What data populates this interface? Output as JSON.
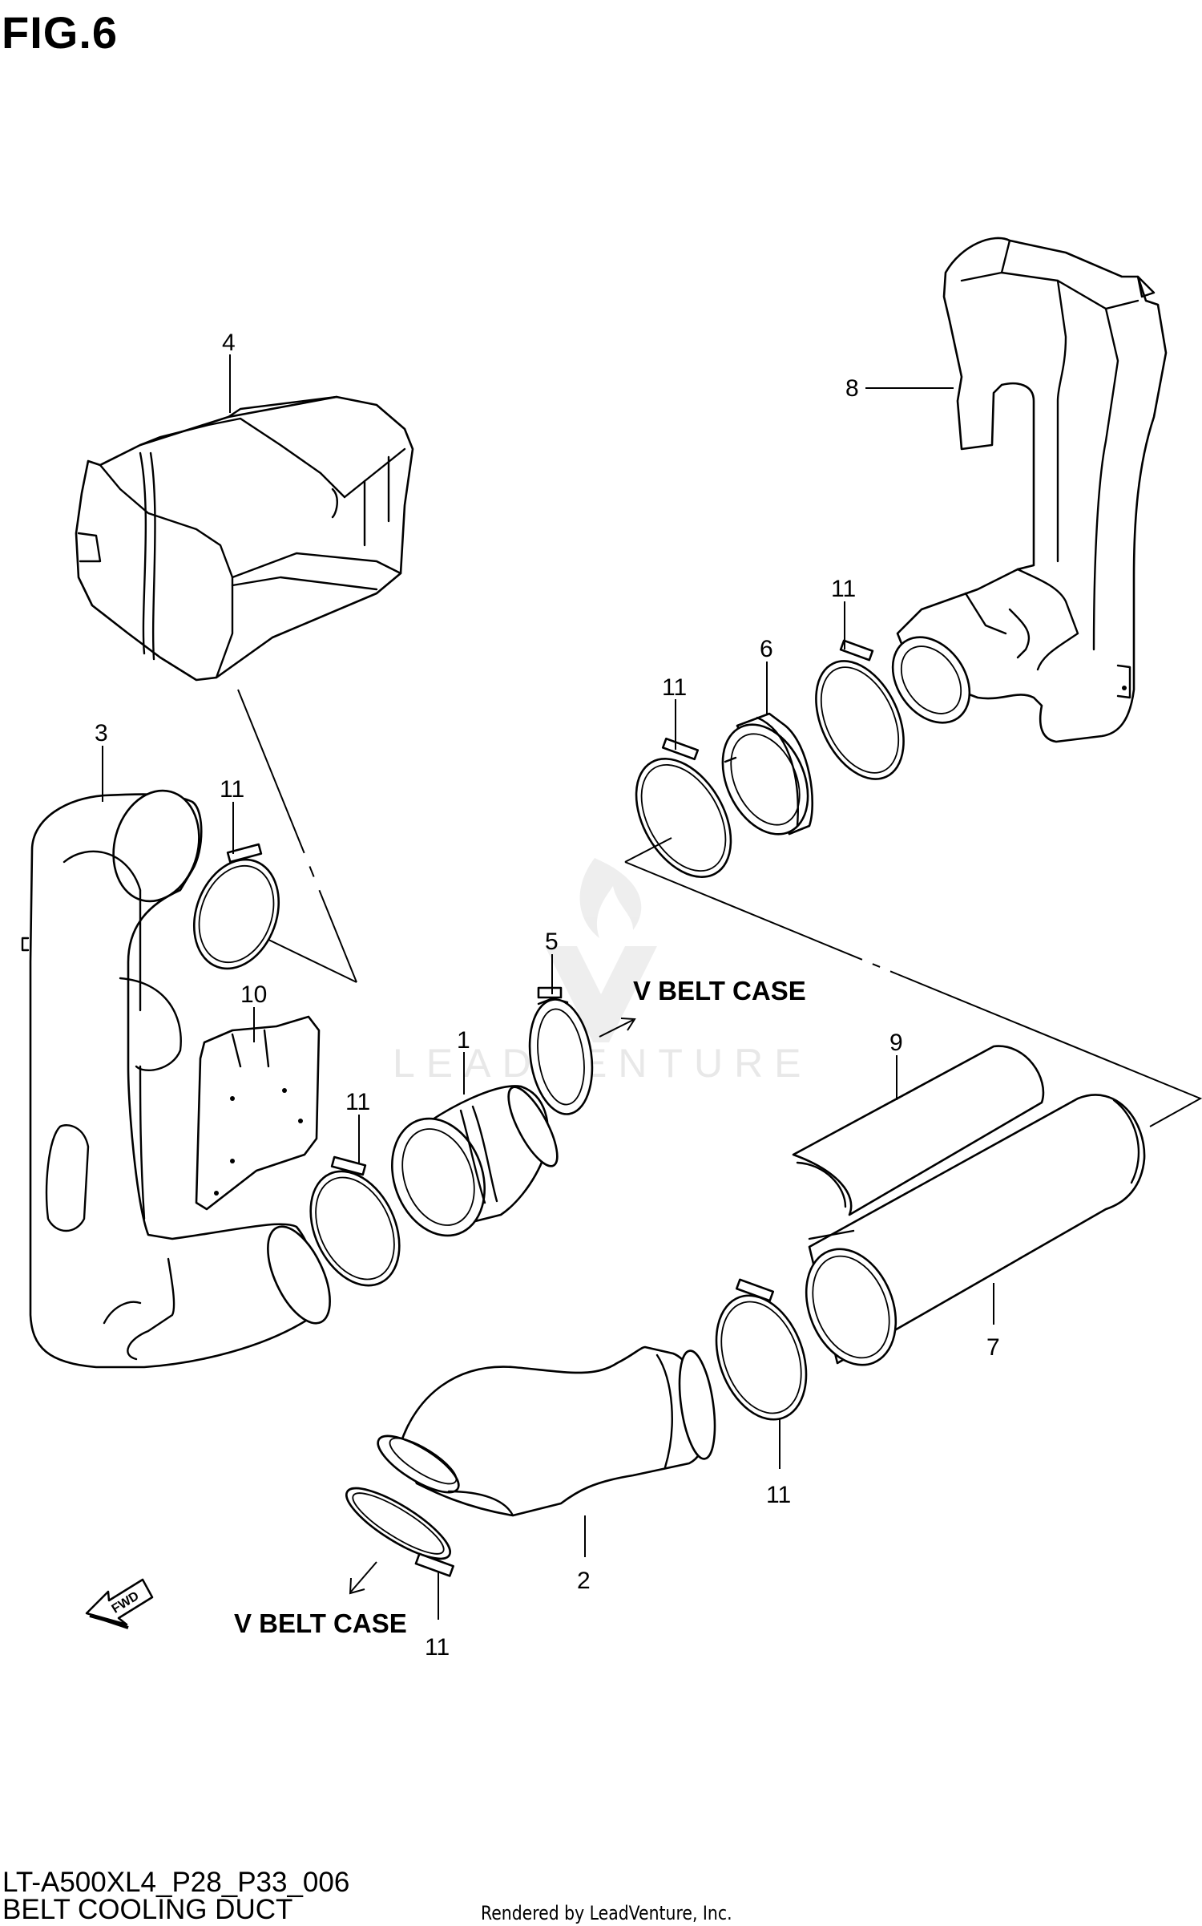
{
  "figure": {
    "title": "FIG.6"
  },
  "callouts": {
    "c1": "1",
    "c2": "2",
    "c3": "3",
    "c4": "4",
    "c5": "5",
    "c6": "6",
    "c7": "7",
    "c8": "8",
    "c9": "9",
    "c10": "10",
    "c11a": "11",
    "c11b": "11",
    "c11c": "11",
    "c11d": "11",
    "c11e": "11",
    "c11f": "11"
  },
  "labels": {
    "v_belt_case_upper": "V BELT CASE",
    "v_belt_case_lower": "V BELT CASE",
    "fwd": "FWD"
  },
  "footer": {
    "code": "LT-A500XL4_P28_P33_006",
    "title": "BELT COOLING DUCT",
    "rendered_by": "Rendered by LeadVenture, Inc."
  },
  "watermark": {
    "text": "LEADVENTURE"
  }
}
